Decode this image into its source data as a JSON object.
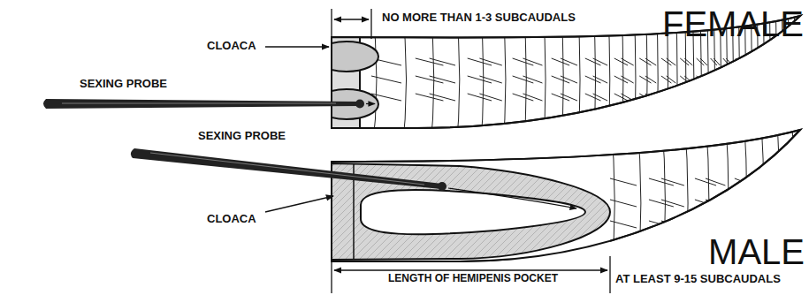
{
  "diagram": {
    "labels": [
      "NO MORE THAN 1-3 SUBCAUDALS",
      "FEMALE",
      "CLOACA",
      "SEXING PROBE",
      "SEXING PROBE",
      "CLOACA",
      "MALE",
      "LENGTH OF HEMIPENIS POCKET",
      "AT LEAST 9-15 SUBCAUDALS"
    ]
  }
}
